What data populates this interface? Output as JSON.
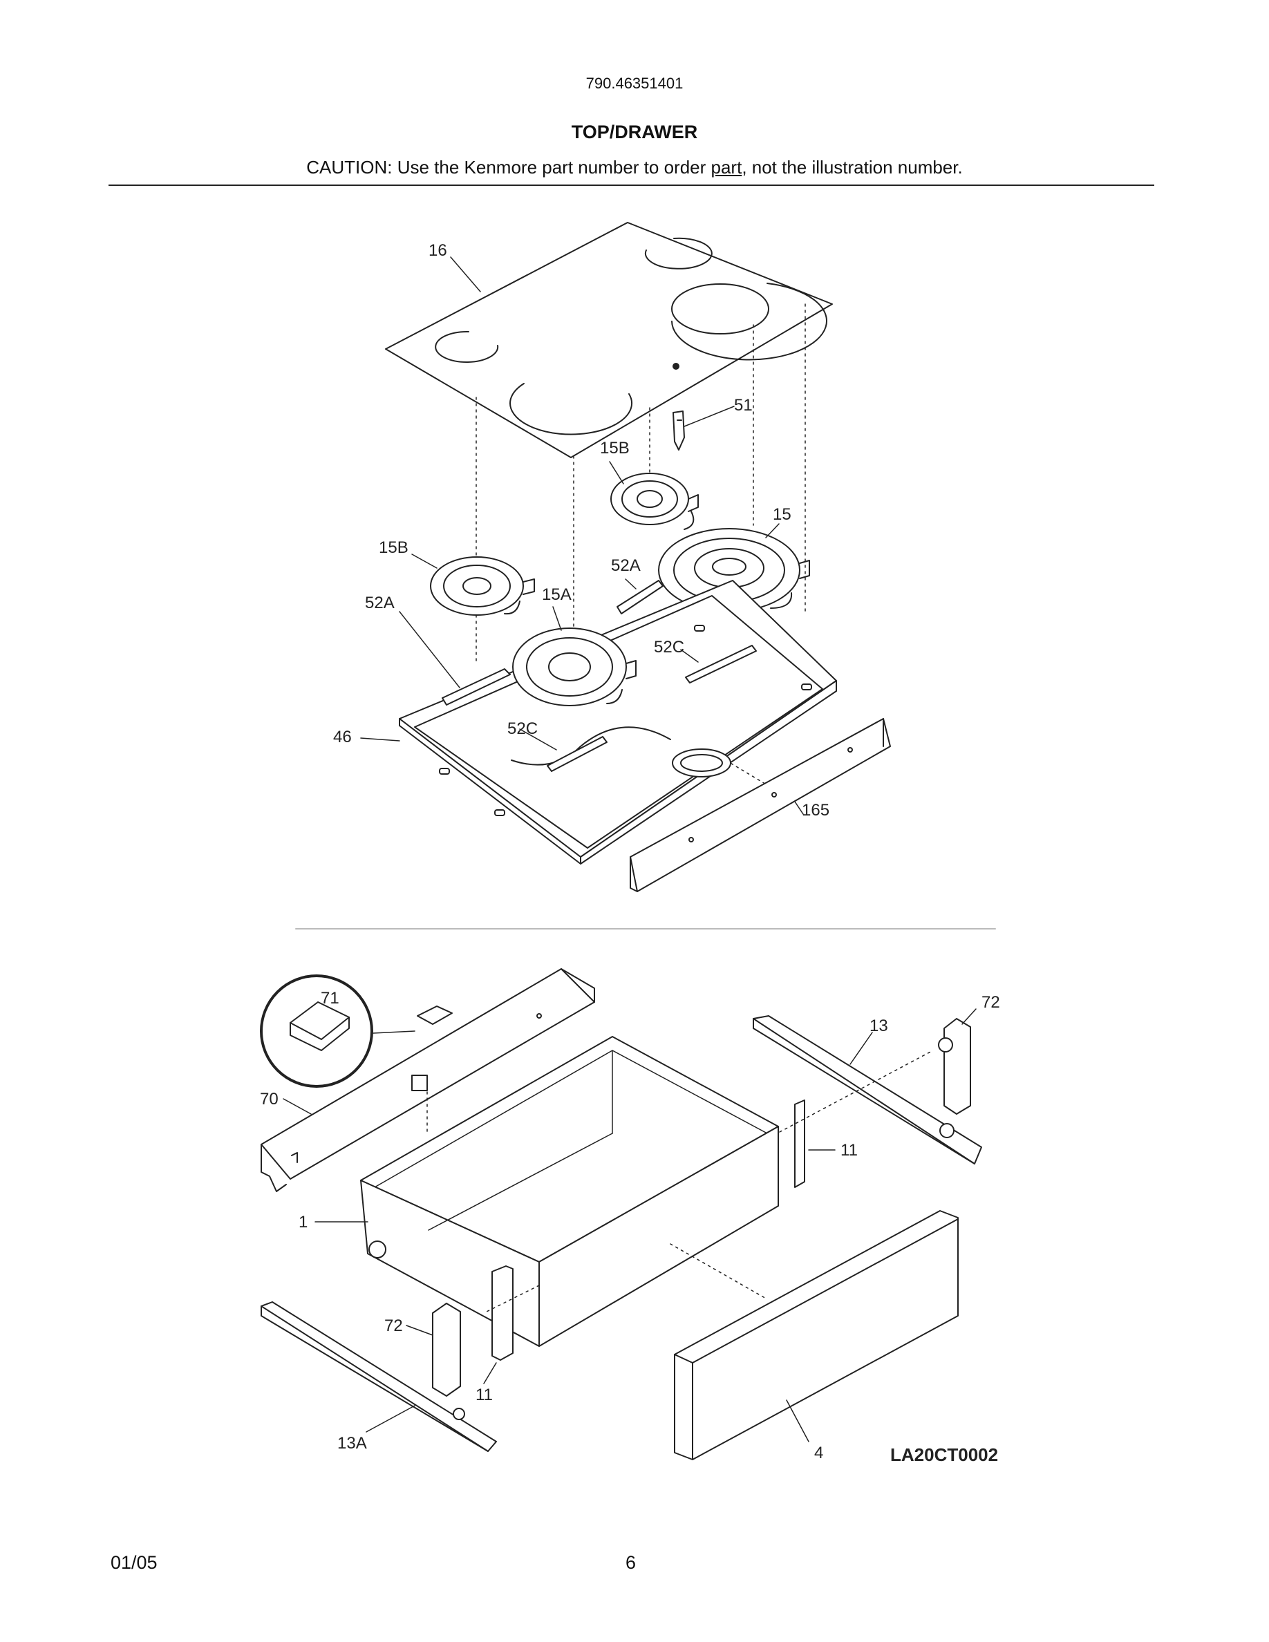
{
  "header": {
    "model_number": "790.46351401",
    "section_title": "TOP/DRAWER",
    "caution_prefix": "CAUTION: Use the Kenmore part number to order ",
    "caution_underlined": "part",
    "caution_suffix": ", not the illustration number."
  },
  "top_assembly": {
    "callouts": [
      "16",
      "51",
      "15B",
      "15",
      "15B",
      "52A",
      "52A",
      "15A",
      "52C",
      "46",
      "52C",
      "165"
    ]
  },
  "drawer_assembly": {
    "callouts": [
      "71",
      "72",
      "13",
      "70",
      "11",
      "1",
      "72",
      "11",
      "13A",
      "4"
    ]
  },
  "illustration_code": "LA20CT0002",
  "footer": {
    "date": "01/05",
    "page": "6"
  }
}
